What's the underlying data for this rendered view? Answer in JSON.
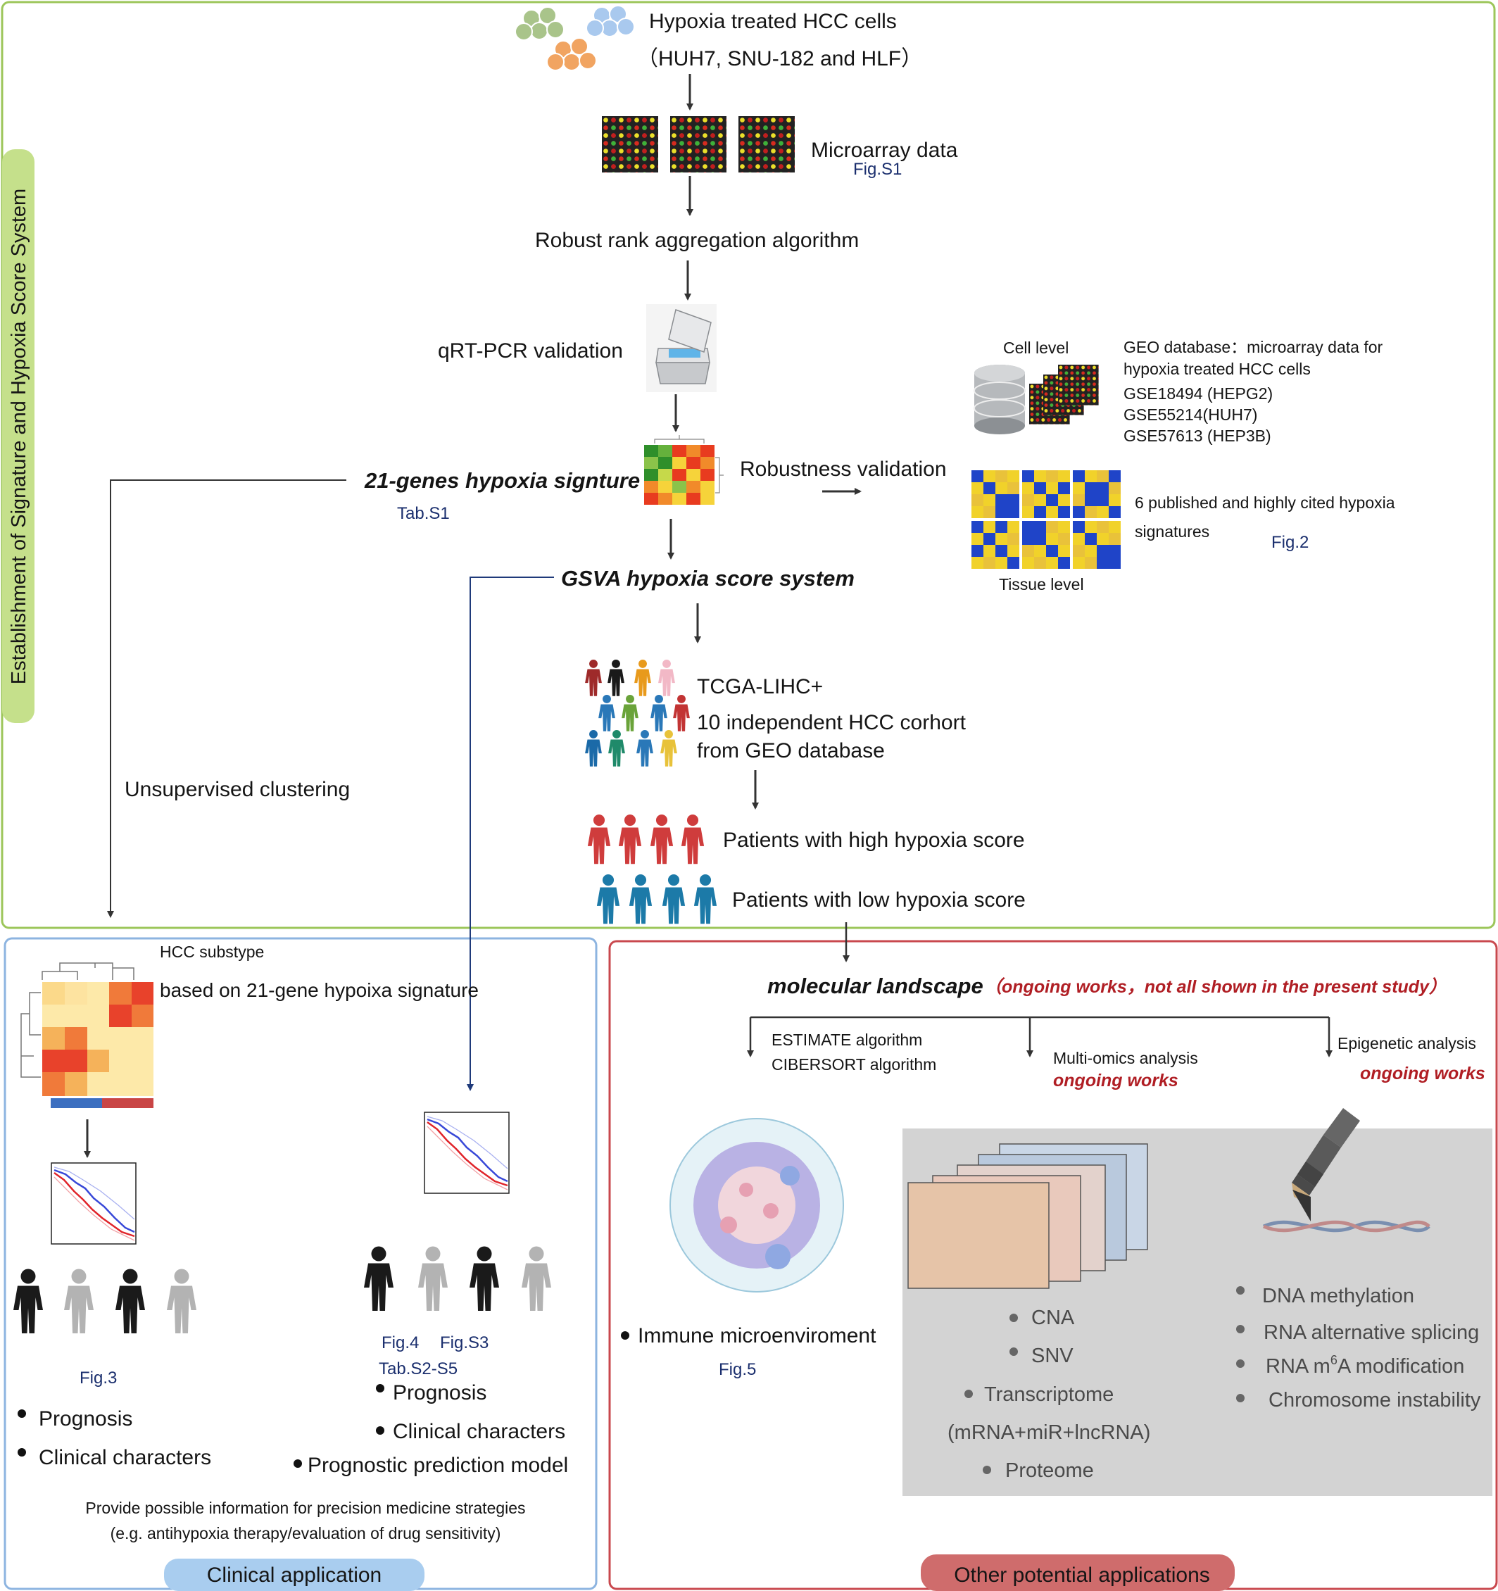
{
  "colors": {
    "top_border": "#9cc65a",
    "left_border": "#8db4e0",
    "right_border": "#c9484e",
    "side_badge": "#c5e08b",
    "clinical_badge": "#a9cdef",
    "other_badge": "#cf6c6c",
    "arrow": "#333333",
    "navy_line": "#1f3a7a",
    "ref_text": "#1b2f6e",
    "red_text": "#b01e24",
    "high_patient": "#cf3c3c",
    "low_patient": "#1c7aa8",
    "dark_patient": "#1a1a1a",
    "light_patient": "#b3b3b3",
    "gray_panel": "#d3d3d3"
  },
  "icons": [
    "cells-icon",
    "microarray-icon",
    "pcr-machine-icon",
    "heatmap-icon",
    "database-icon",
    "patients-icon",
    "survival-plot-icon",
    "tumor-microenvironment-icon",
    "omics-layers-icon",
    "pen-icon",
    "dna-icon"
  ],
  "top_section": {
    "side_label": "Establishment of Signature and Hypoxia Score System",
    "cells_title": "Hypoxia treated HCC cells",
    "cells_subtitle": "（HUH7, SNU-182 and HLF）",
    "microarray_label": "Microarray data",
    "microarray_ref": "Fig.S1",
    "rra_label": "Robust rank aggregation algorithm",
    "qrtpcr_label": "qRT-PCR validation",
    "signature_label": "21-genes hypoxia signture",
    "signature_ref": "Tab.S1",
    "robustness_label": "Robustness validation",
    "cell_level": "Cell level",
    "geo_line1": "GEO database：microarray data for",
    "geo_line2": "hypoxia  treated HCC cells",
    "geo_items": [
      "GSE18494 (HEPG2)",
      "GSE55214(HUH7)",
      "GSE57613 (HEP3B)"
    ],
    "published_line1": "6 published and highly cited hypoxia",
    "published_line2": "signatures",
    "fig2_ref": "Fig.2",
    "tissue_level": "Tissue level",
    "gsva_label": "GSVA hypoxia score system",
    "cohort_line1": "TCGA-LIHC+",
    "cohort_line2": "10 independent HCC corhort",
    "cohort_line3": "from GEO database",
    "high_score": "Patients with high hypoxia score",
    "low_score": "Patients with low hypoxia score",
    "unsupervised": "Unsupervised clustering"
  },
  "clinical_section": {
    "substype_line1": "HCC substype",
    "substype_line2": "based on 21-gene hypoixa signature",
    "fig3_ref": "Fig.3",
    "left_bullets": [
      "Prognosis",
      "Clinical characters"
    ],
    "fig4_ref": "Fig.4",
    "figs3_ref": "Fig.S3",
    "tab_ref": "Tab.S2-S5",
    "right_bullets": [
      "Prognosis",
      "Clinical characters",
      "Prognostic prediction model"
    ],
    "provide_line1": "Provide possible information for precision medicine strategies",
    "provide_line2": "(e.g. antihypoxia therapy/evaluation of drug sensitivity)",
    "badge": "Clinical application"
  },
  "other_section": {
    "landscape_title": "molecular landscape",
    "landscape_note": "（ongoing works，not  all shown in the present study）",
    "estimate": "ESTIMATE algorithm",
    "cibersort": "CIBERSORT algorithm",
    "multiomics": "Multi-omics analysis",
    "multiomics_note": "ongoing works",
    "epigenetic": "Epigenetic analysis",
    "epigenetic_note": "ongoing works",
    "immune": "Immune microenviroment",
    "fig5_ref": "Fig.5",
    "omics_items": [
      "CNA",
      "SNV",
      "Transcriptome",
      "(mRNA+miR+lncRNA)",
      "Proteome"
    ],
    "epi_items": [
      "DNA methylation",
      "RNA alternative splicing",
      "RNA m",
      "6",
      "A modification",
      "Chromosome instability"
    ],
    "badge": "Other potential applications"
  }
}
